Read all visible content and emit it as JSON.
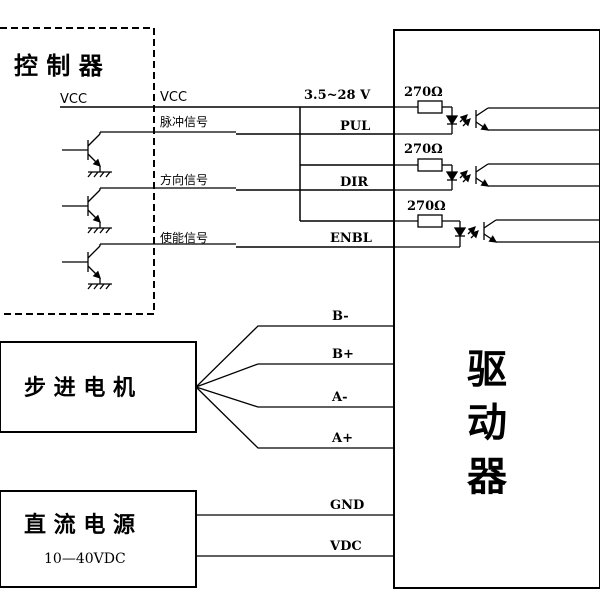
{
  "controller": {
    "title": "控 制 器",
    "vcc_left": "VCC"
  },
  "signals": {
    "vcc": "VCC",
    "pulse": "脉冲信号",
    "direction": "方向信号",
    "enable": "使能信号",
    "voltage": "3.5~28 V"
  },
  "driver": {
    "title_1": "驱",
    "title_2": "动",
    "title_3": "器",
    "pul": "PUL",
    "dir": "DIR",
    "enbl": "ENBL",
    "resistor": "270Ω",
    "motor_pins": [
      "B-",
      "B+",
      "A-",
      "A+"
    ],
    "gnd": "GND",
    "vdc": "VDC"
  },
  "motor": {
    "title": "步 进 电 机"
  },
  "power": {
    "title": "直 流 电 源",
    "rating": "10—40VDC"
  }
}
